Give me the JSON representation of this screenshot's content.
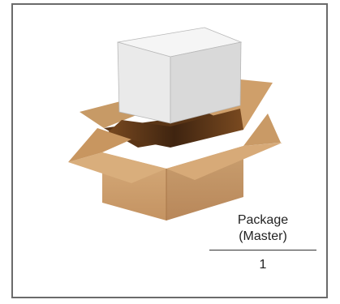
{
  "package_label": {
    "line1": "Package",
    "line2": "(Master)",
    "quantity": "1"
  },
  "icons": {
    "illustration": "open-cardboard-box-with-white-box-icon"
  },
  "colors": {
    "frame_border": "#6b6b6b",
    "cardboard_light": "#d4a876",
    "cardboard_mid": "#c4935e",
    "cardboard_dark": "#8a5a2e",
    "white_box_top": "#f4f4f4",
    "white_box_side": "#dcdcdc"
  }
}
